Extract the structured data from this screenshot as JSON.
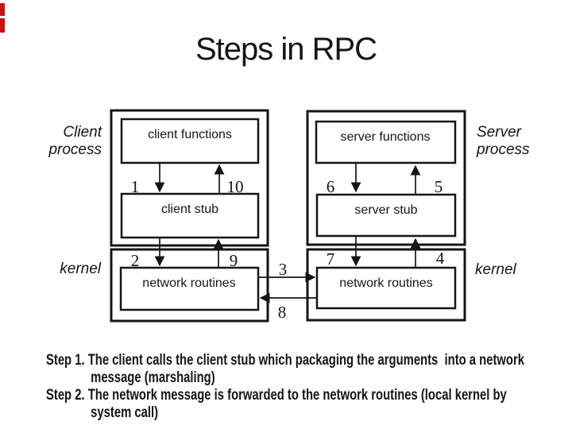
{
  "slide": {
    "title": "Steps in RPC",
    "background_color": "#ffffff",
    "ink_color": "#151515",
    "edge_accent_color": "#cc1111"
  },
  "diagram": {
    "client": {
      "process_label_line1": "Client",
      "process_label_line2": "process",
      "kernel_label": "kernel",
      "functions_box": "client functions",
      "stub_box": "client stub",
      "network_box": "network routines"
    },
    "server": {
      "process_label_line1": "Server",
      "process_label_line2": "process",
      "kernel_label": "kernel",
      "functions_box": "server functions",
      "stub_box": "server stub",
      "network_box": "network routines"
    },
    "step_numbers": {
      "s1": "1",
      "s2": "2",
      "s3": "3",
      "s4": "4",
      "s5": "5",
      "s6": "6",
      "s7": "7",
      "s8": "8",
      "s9": "9",
      "s10": "10"
    }
  },
  "notes": {
    "lines": [
      {
        "text": "Step 1. The client calls the client stub which packaging the arguments  into a network",
        "indent": false
      },
      {
        "text": "message (marshaling)",
        "indent": true
      },
      {
        "text": "Step 2. The network message is forwarded to the network routines (local kernel by",
        "indent": false
      },
      {
        "text": "system call)",
        "indent": true
      }
    ]
  }
}
